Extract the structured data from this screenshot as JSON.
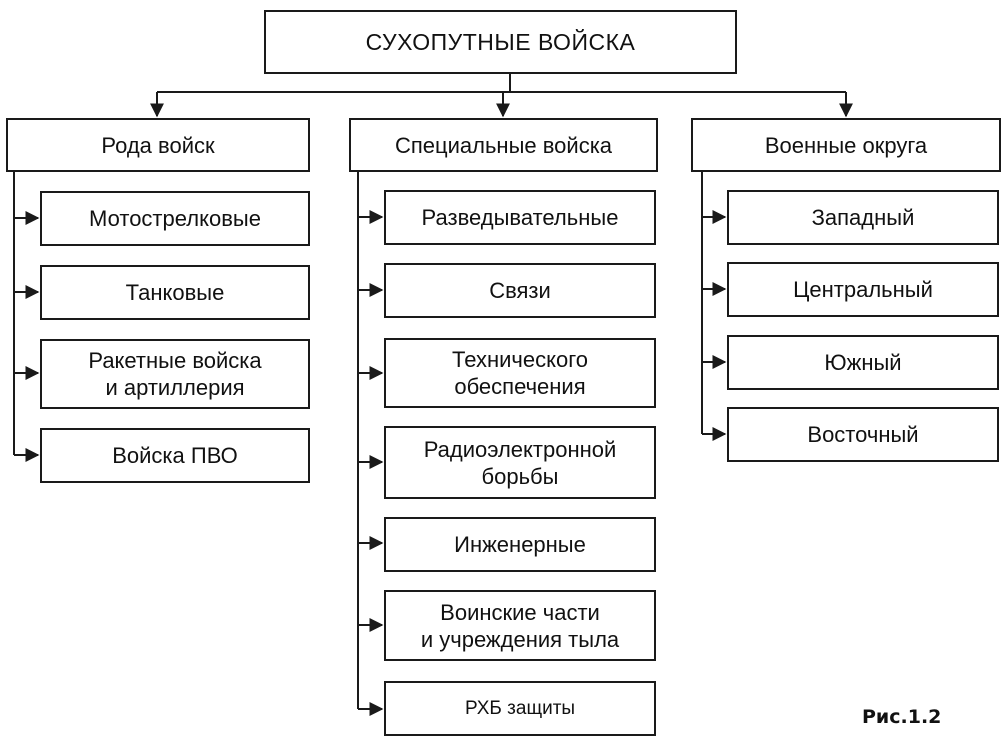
{
  "root": {
    "label": "СУХОПУТНЫЕ ВОЙСКА"
  },
  "columns": [
    {
      "title": "Рода войск",
      "items": [
        "Мотострелковые",
        "Танковые",
        "Ракетные войска\nи артиллерия",
        "Войска ПВО"
      ]
    },
    {
      "title": "Специальные войска",
      "items": [
        "Разведывательные",
        "Связи",
        "Технического\nобеспечения",
        "Радиоэлектронной\nборьбы",
        "Инженерные",
        "Воинские части\nи учреждения тыла",
        "РХБ защиты"
      ]
    },
    {
      "title": "Военные округа",
      "items": [
        "Западный",
        "Центральный",
        "Южный",
        "Восточный"
      ]
    }
  ],
  "caption": "Рис.1.2",
  "colors": {
    "line": "#1a1a1a",
    "background": "#ffffff"
  }
}
